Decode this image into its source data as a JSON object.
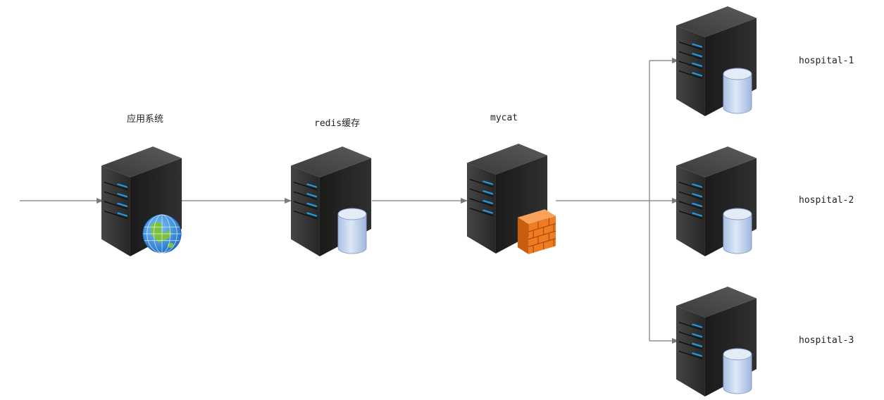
{
  "nodes": {
    "app": {
      "label": "应用系统",
      "icon": "globe-icon"
    },
    "redis": {
      "label": "redis缓存",
      "icon": "database-icon"
    },
    "mycat": {
      "label": "mycat",
      "icon": "firewall-icon"
    },
    "hospital1": {
      "label": "hospital-1",
      "icon": "database-icon"
    },
    "hospital2": {
      "label": "hospital-2",
      "icon": "database-icon"
    },
    "hospital3": {
      "label": "hospital-3",
      "icon": "database-icon"
    }
  },
  "colors": {
    "connector": "#7a7a7a",
    "server_body": "#2b2b2b",
    "server_led": "#1e9be8",
    "database": "#bcd0ec",
    "firewall": "#f07c22",
    "globe_ocean": "#3a8ee0",
    "globe_land": "#7ac143"
  }
}
